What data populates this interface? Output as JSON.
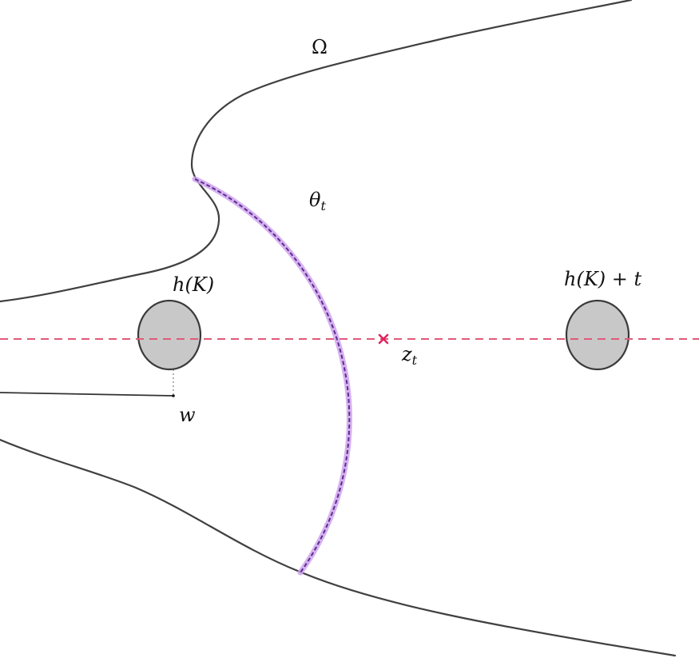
{
  "labels": {
    "domain": "Ω",
    "arc": "θ",
    "arc_sub": "t",
    "set_left": "h(K)",
    "set_right": "h(K) + t",
    "point": "z",
    "point_sub": "t",
    "tip": "w"
  },
  "colors": {
    "boundary": "#404040",
    "axis_line": "#e05a7a",
    "arc_halo": "#cfa3ee",
    "arc_dash": "#5a2d8c",
    "cross": "#e0245e",
    "blob_fill": "#c8c8c8"
  }
}
